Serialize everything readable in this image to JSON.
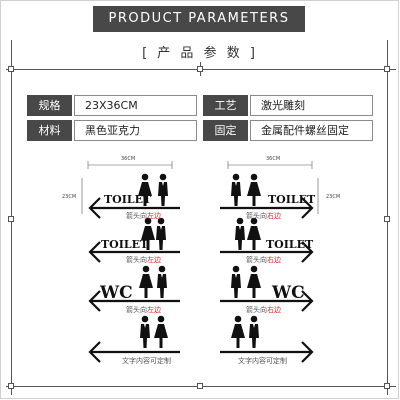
{
  "header": {
    "title": "PRODUCT PARAMETERS",
    "subtitle": "[ 产 品 参 数 ]"
  },
  "specs": [
    {
      "label": "规格",
      "value": "23X36CM"
    },
    {
      "label": "工艺",
      "value": "激光雕刻"
    },
    {
      "label": "材料",
      "value": "黑色亚克力"
    },
    {
      "label": "固定",
      "value": "金属配件螺丝固定"
    }
  ],
  "dimensions": {
    "width_label": "36CM",
    "height_label": "23CM"
  },
  "signs_left": [
    {
      "text": "TOILET",
      "note_prefix": "箭头向",
      "note_highlight": "左边",
      "direction": "left"
    },
    {
      "text": "TOILET",
      "note_prefix": "箭头向",
      "note_highlight": "左边",
      "direction": "left"
    },
    {
      "text": "WC",
      "note_prefix": "箭头向",
      "note_highlight": "左边",
      "direction": "left"
    },
    {
      "text": "",
      "note": "文字内容可定制",
      "direction": "left"
    }
  ],
  "signs_right": [
    {
      "text": "TOILET",
      "note_prefix": "箭头向",
      "note_highlight": "右边",
      "direction": "right"
    },
    {
      "text": "TOILET",
      "note_prefix": "箭头向",
      "note_highlight": "右边",
      "direction": "right"
    },
    {
      "text": "WC",
      "note_prefix": "箭头向",
      "note_highlight": "右边",
      "direction": "right"
    },
    {
      "text": "",
      "note": "文字内容可定制",
      "direction": "right"
    }
  ],
  "colors": {
    "label_bg": "#484848",
    "highlight": "#e02020"
  }
}
